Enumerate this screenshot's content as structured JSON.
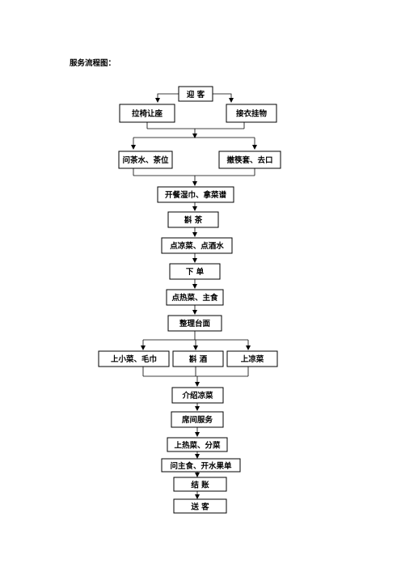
{
  "title": "服务流程图：",
  "steps": {
    "welcome": "迎  客",
    "pull_chair": "拉椅让座",
    "take_coat": "接衣挂物",
    "ask_tea": "问茶水、茶位",
    "remove_cover": "撤筷套、去口",
    "towel_menu": "开餐湿巾、拿菜谱",
    "pour_tea": "斟  茶",
    "order_cold": "点凉菜、点酒水",
    "place_order": "下  单",
    "order_hot": "点热菜、主食",
    "tidy_table": "整理台面",
    "serve_snacks": "上小菜、毛巾",
    "pour_wine": "斟  酒",
    "serve_cold": "上凉菜",
    "intro_cold": "介绍凉菜",
    "table_service": "席间服务",
    "serve_hot": "上热菜、分菜",
    "ask_staple": "问主食、开水果单",
    "checkout": "结  账",
    "see_off": "送  客"
  }
}
